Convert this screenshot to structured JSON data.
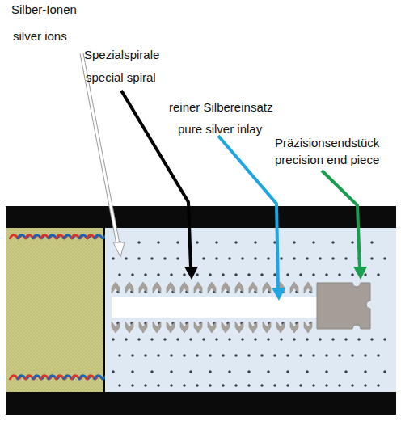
{
  "diagram": {
    "labels": [
      "Silber-Ionen",
      "silver ions",
      "Spezialspirale",
      "special spiral",
      "reiner Silbereinsatz",
      "pure silver inlay",
      "Präzisionsendstück",
      "precision end piece"
    ]
  }
}
